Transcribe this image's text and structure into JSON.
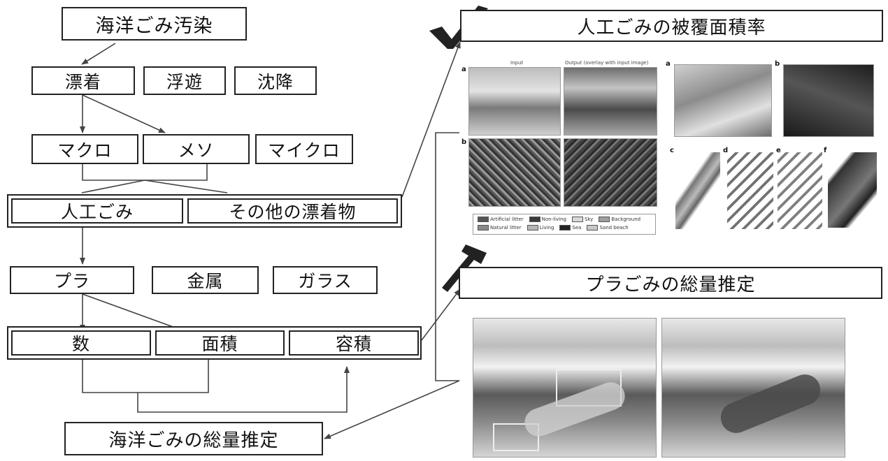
{
  "flow": {
    "root": "海洋ごみ汚染",
    "level1": [
      "漂着",
      "浮遊",
      "沈降"
    ],
    "level2": [
      "マクロ",
      "メソ",
      "マイクロ"
    ],
    "level3": [
      "人工ごみ",
      "その他の漂着物"
    ],
    "level4": [
      "プラ",
      "金属",
      "ガラス"
    ],
    "level5": [
      "数",
      "面積",
      "容積"
    ],
    "result": "海洋ごみの総量推定"
  },
  "right_top": {
    "title": "人工ごみの被覆面積率",
    "icon": "checkmark-icon",
    "fig_a_label_input": "Input",
    "fig_a_label_output": "Output (overlay with input image)",
    "panel_letters_left": [
      "a",
      "b"
    ],
    "panel_letters_right": [
      "a",
      "b",
      "c",
      "d",
      "e",
      "f"
    ],
    "legend": [
      "Artificial litter",
      "Natural litter",
      "Non-living",
      "Living",
      "Sky",
      "Sea",
      "Background",
      "Sand beach"
    ],
    "legend_colors": [
      "#555555",
      "#8a8a8a",
      "#3a3a3a",
      "#b5b5b5",
      "#d9d9d9",
      "#222222",
      "#9e9e9e",
      "#c8c8c8"
    ]
  },
  "right_bottom": {
    "title": "プラごみの総量推定",
    "icon": "hammer-icon"
  }
}
